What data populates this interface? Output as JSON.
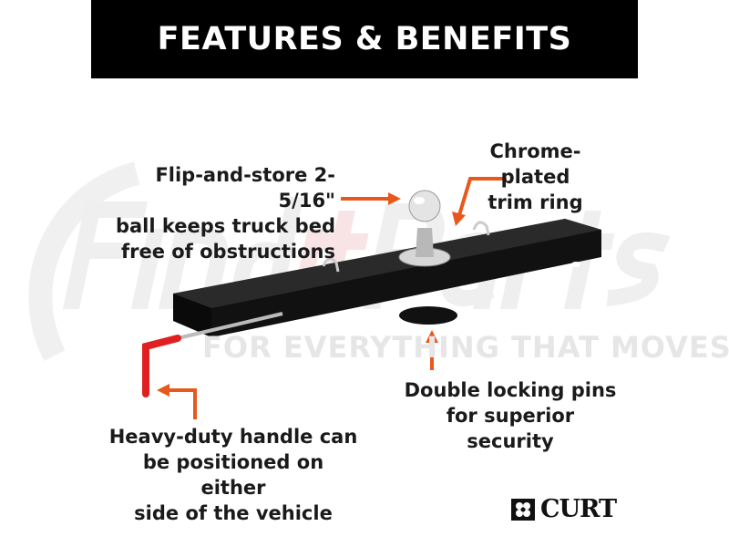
{
  "banner": {
    "title": "FEATURES & BENEFITS"
  },
  "watermark": {
    "brand": "FinditParts",
    "tagline": "FOR EVERYTHING THAT MOVES"
  },
  "callouts": {
    "ball": [
      "Flip-and-store 2-5/16\"",
      "ball keeps truck bed",
      "free of obstructions"
    ],
    "trim_ring": [
      "Chrome-plated",
      "trim ring"
    ],
    "pins": [
      "Double locking pins",
      "for superior security"
    ],
    "handle": [
      "Heavy-duty handle can",
      "be positioned on either",
      "side of the vehicle"
    ]
  },
  "logo": {
    "text": "CURT"
  },
  "colors": {
    "arrow": "#e8581c",
    "banner": "#000000",
    "handle_grip": "#e02020"
  }
}
